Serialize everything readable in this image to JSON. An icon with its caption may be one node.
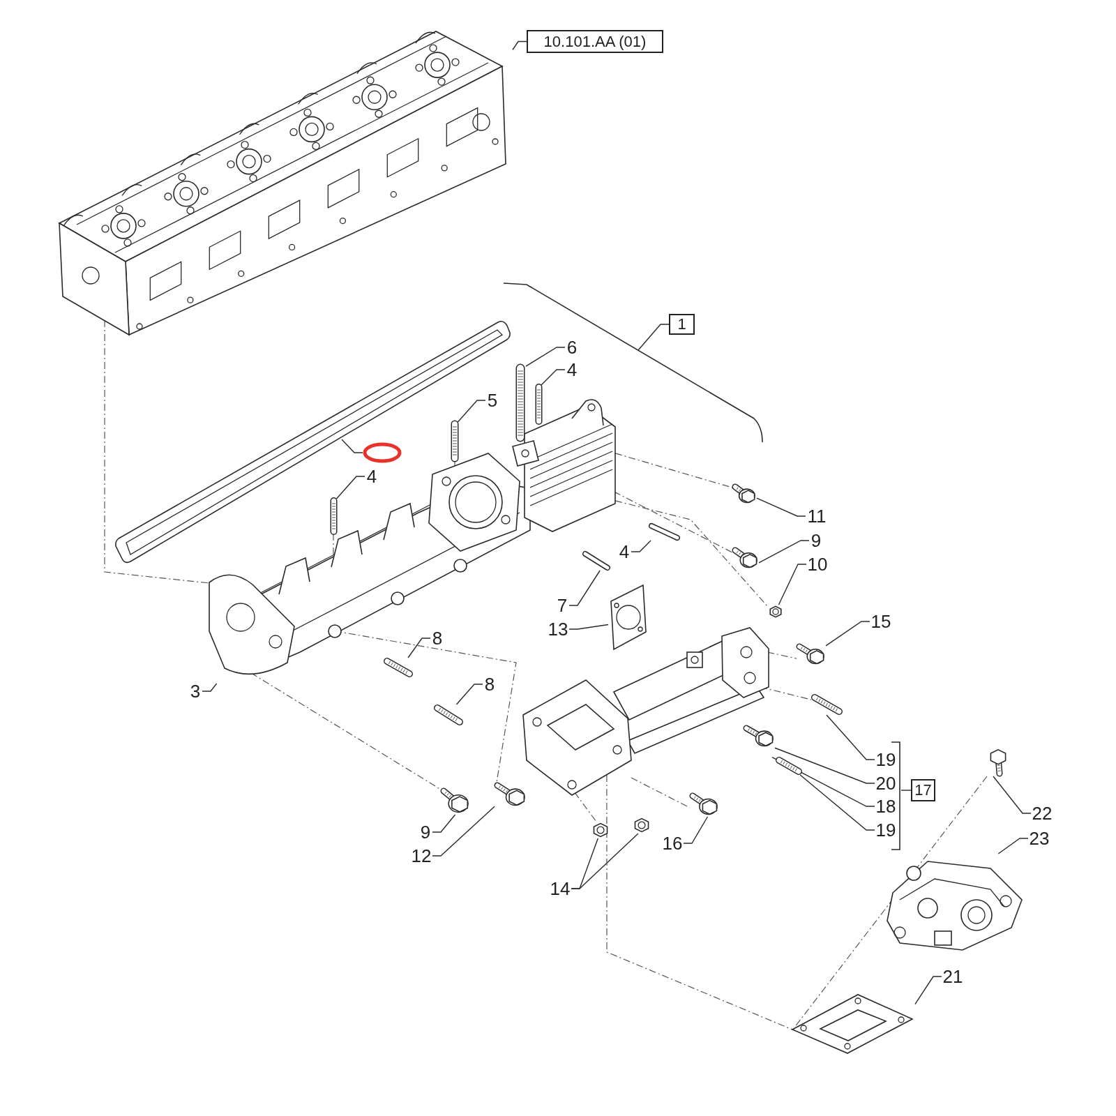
{
  "diagram": {
    "nodes": [
      {
        "text": [
          "10.101.AA (01)"
        ]
      },
      {
        "text": [],
        "shape": "picture"
      },
      {
        "text": [],
        "shape": "circle"
      },
      {
        "text": [],
        "shape": "picture"
      },
      {
        "text": [
          "1"
        ]
      },
      {
        "text": [
          "6"
        ]
      },
      {
        "text": [],
        "shape": "picture"
      },
      {
        "text": [
          "4"
        ]
      },
      {
        "text": [],
        "shape": "picture"
      },
      {
        "text": [
          "5"
        ]
      },
      {
        "text": [],
        "shape": "picture"
      },
      {
        "text": [
          "4"
        ]
      },
      {
        "text": [],
        "shape": "picture"
      },
      {
        "text": [],
        "shape": "picture"
      },
      {
        "text": [
          "3"
        ]
      },
      {
        "text": [
          "4"
        ]
      },
      {
        "text": [],
        "shape": "picture"
      },
      {
        "text": [
          "7"
        ]
      },
      {
        "text": [],
        "shape": "picture"
      },
      {
        "text": [],
        "shape": "picture"
      },
      {
        "text": [
          "13"
        ]
      },
      {
        "text": [
          "11"
        ]
      },
      {
        "text": [],
        "shape": "picture"
      },
      {
        "text": [
          "9"
        ]
      },
      {
        "text": [],
        "shape": "picture"
      },
      {
        "text": [
          "10"
        ]
      },
      {
        "text": [],
        "shape": "picture"
      },
      {
        "text": [
          "15"
        ]
      },
      {
        "text": [],
        "shape": "picture"
      },
      {
        "text": [
          "8"
        ]
      },
      {
        "text": [],
        "shape": "picture"
      },
      {
        "text": [
          "8"
        ]
      },
      {
        "text": [],
        "shape": "picture"
      },
      {
        "text": [],
        "shape": "picture"
      },
      {
        "text": [
          "9"
        ]
      },
      {
        "text": [],
        "shape": "picture"
      },
      {
        "text": [
          "12"
        ]
      },
      {
        "text": [],
        "shape": "picture"
      },
      {
        "text": [],
        "shape": "picture"
      },
      {
        "text": [],
        "shape": "picture"
      },
      {
        "text": [
          "14"
        ]
      },
      {
        "text": [
          "16"
        ]
      },
      {
        "text": [],
        "shape": "picture"
      },
      {
        "text": [],
        "shape": "picture"
      },
      {
        "text": [],
        "shape": "picture"
      },
      {
        "text": [],
        "shape": "picture"
      },
      {
        "text": [
          "19"
        ]
      },
      {
        "text": [
          "20"
        ]
      },
      {
        "text": [
          "18"
        ]
      },
      {
        "text": [
          "19"
        ]
      },
      {
        "text": [],
        "shape": "bracket"
      },
      {
        "text": [
          "17"
        ]
      },
      {
        "text": [],
        "shape": "picture"
      },
      {
        "text": [
          "22"
        ]
      },
      {
        "text": [],
        "shape": "picture"
      },
      {
        "text": [
          "23"
        ]
      },
      {
        "text": [],
        "shape": "picture"
      },
      {
        "text": [
          "21"
        ]
      }
    ],
    "edges": [
      {
        "from": 0,
        "to": 1,
        "arrow": "none"
      },
      {
        "from": 2,
        "to": 3,
        "arrow": "none"
      },
      {
        "from": 4,
        "to": null,
        "arrow": "none"
      },
      {
        "from": 5,
        "to": 6,
        "arrow": "none"
      },
      {
        "from": 7,
        "to": 8,
        "arrow": "none"
      },
      {
        "from": 9,
        "to": 10,
        "arrow": "none"
      },
      {
        "from": 11,
        "to": 12,
        "arrow": "none"
      },
      {
        "from": 14,
        "to": 13,
        "arrow": "none"
      },
      {
        "from": 15,
        "to": 16,
        "arrow": "none"
      },
      {
        "from": 17,
        "to": 18,
        "arrow": "none"
      },
      {
        "from": 20,
        "to": 19,
        "arrow": "none"
      },
      {
        "from": 21,
        "to": 22,
        "arrow": "none"
      },
      {
        "from": 23,
        "to": 24,
        "arrow": "none"
      },
      {
        "from": 25,
        "to": 26,
        "arrow": "none"
      },
      {
        "from": 27,
        "to": 28,
        "arrow": "none"
      },
      {
        "from": 29,
        "to": 30,
        "arrow": "none"
      },
      {
        "from": 31,
        "to": 32,
        "arrow": "none"
      },
      {
        "from": 34,
        "to": 35,
        "arrow": "none"
      },
      {
        "from": 36,
        "to": 37,
        "arrow": "none"
      },
      {
        "from": 40,
        "to": 38,
        "arrow": "none"
      },
      {
        "from": 40,
        "to": 39,
        "arrow": "none"
      },
      {
        "from": 41,
        "to": 42,
        "arrow": "none"
      },
      {
        "from": 46,
        "to": 43,
        "arrow": "none"
      },
      {
        "from": 47,
        "to": 44,
        "arrow": "none"
      },
      {
        "from": 48,
        "to": 33,
        "arrow": "none"
      },
      {
        "from": 49,
        "to": 45,
        "arrow": "none"
      },
      {
        "from": 51,
        "to": 50,
        "arrow": "none"
      },
      {
        "from": 53,
        "to": 52,
        "arrow": "none"
      },
      {
        "from": 55,
        "to": 54,
        "arrow": "none"
      },
      {
        "from": 57,
        "to": 56,
        "arrow": "none"
      },
      {
        "from": 13,
        "to": 22,
        "arrow": "none",
        "style": "dashed"
      },
      {
        "from": 13,
        "to": 24,
        "arrow": "none",
        "style": "dashed"
      },
      {
        "from": 33,
        "to": 28,
        "arrow": "none",
        "style": "dashed"
      },
      {
        "from": 33,
        "to": 43,
        "arrow": "none",
        "style": "dashed"
      },
      {
        "from": 33,
        "to": 38,
        "arrow": "none",
        "style": "dashed"
      },
      {
        "from": 33,
        "to": 42,
        "arrow": "none",
        "style": "dashed"
      },
      {
        "from": 12,
        "to": 13,
        "arrow": "none",
        "style": "dashed"
      },
      {
        "from": 10,
        "to": 13,
        "arrow": "none",
        "style": "dashed"
      },
      {
        "from": 1,
        "to": 13,
        "arrow": "none",
        "style": "dashed"
      },
      {
        "from": 13,
        "to": 26,
        "arrow": "none",
        "style": "dashed"
      },
      {
        "from": 13,
        "to": 37,
        "arrow": "none",
        "style": "dashed"
      },
      {
        "from": 13,
        "to": 35,
        "arrow": "none",
        "style": "dashed"
      },
      {
        "from": 33,
        "to": 56,
        "arrow": "none",
        "style": "dashed"
      },
      {
        "from": 52,
        "to": 56,
        "arrow": "none",
        "style": "dashed"
      }
    ]
  }
}
